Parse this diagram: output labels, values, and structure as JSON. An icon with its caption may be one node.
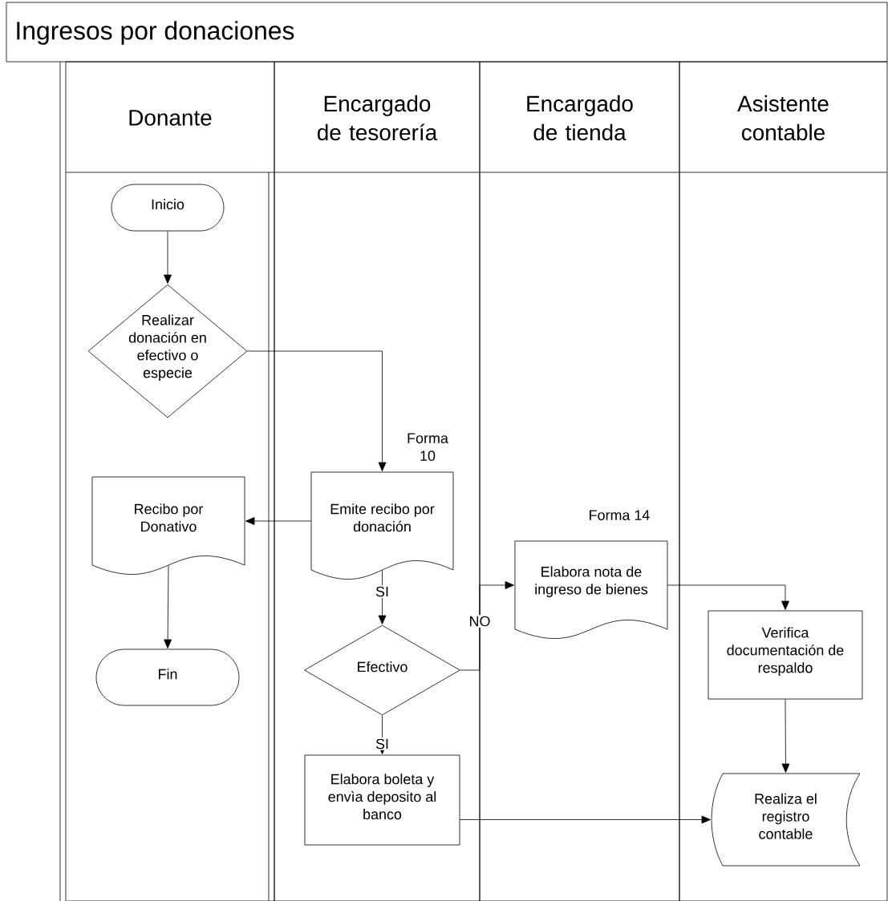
{
  "diagram": {
    "title": "Ingresos por donaciones",
    "nodes": [
      {
        "text": [
          "Donante"
        ]
      },
      {
        "text": [
          "Encargado de tesorería"
        ]
      },
      {
        "text": [
          "Encargado de tienda"
        ]
      },
      {
        "text": [
          "Asistente contable"
        ]
      },
      {
        "text": [
          "Inicio"
        ],
        "in": 0
      },
      {
        "text": [
          "Realizar donación en efectivo o especie"
        ],
        "in": 0
      },
      {
        "text": [
          "Recibo por Donativo"
        ],
        "in": 0
      },
      {
        "text": [
          "Fin"
        ],
        "in": 0
      },
      {
        "text": [
          "Emite recibo por donación"
        ],
        "beside": [
          "Forma 10"
        ],
        "in": 1
      },
      {
        "text": [
          "Efectivo"
        ],
        "in": 1
      },
      {
        "text": [
          "Elabora boleta y envìa deposito al banco"
        ],
        "in": 1
      },
      {
        "text": [
          "Elabora nota de ingreso de bienes"
        ],
        "beside": [
          "Forma 14"
        ],
        "in": 2
      },
      {
        "text": [
          "Verifica documentación de respaldo"
        ],
        "in": 3
      },
      {
        "text": [
          "Realiza el registro contable"
        ],
        "in": 3
      }
    ],
    "edges": [
      {
        "from": 4,
        "to": 5,
        "arrow": "to"
      },
      {
        "from": 5,
        "to": 8,
        "arrow": "to"
      },
      {
        "from": 8,
        "to": 6,
        "arrow": "to"
      },
      {
        "from": 6,
        "to": 7,
        "arrow": "to"
      },
      {
        "from": 8,
        "to": 9,
        "arrow": "to",
        "label": "SI"
      },
      {
        "from": 9,
        "to": 11,
        "arrow": "to",
        "label": "NO"
      },
      {
        "from": 9,
        "to": 10,
        "arrow": "to",
        "label": "SI"
      },
      {
        "from": 10,
        "to": 13,
        "arrow": "to"
      },
      {
        "from": 11,
        "to": 12,
        "arrow": "to"
      },
      {
        "from": 12,
        "to": 13,
        "arrow": "to"
      }
    ]
  }
}
